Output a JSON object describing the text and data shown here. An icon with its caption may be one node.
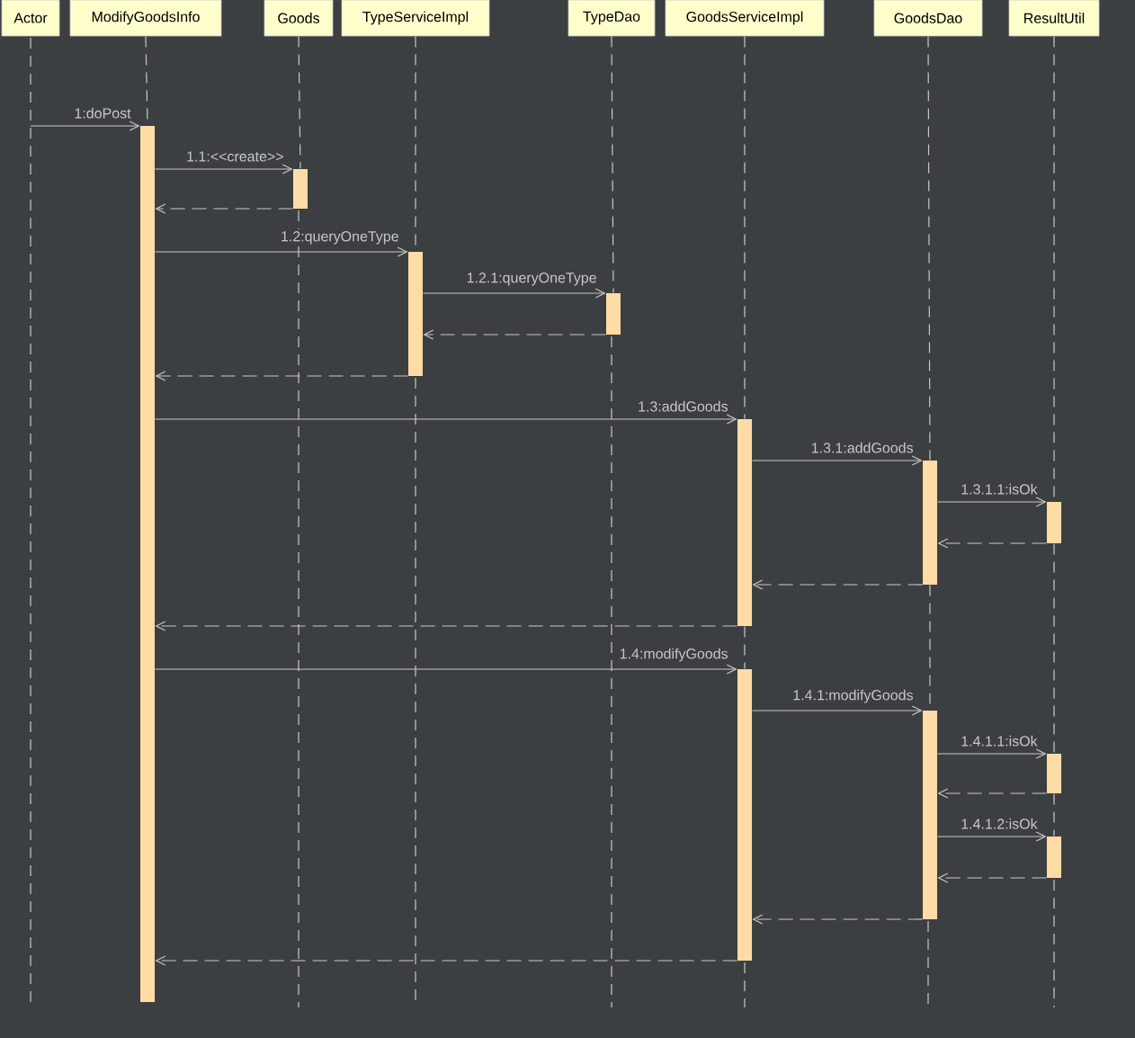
{
  "diagram": {
    "nodes": [
      {
        "text": [
          "Actor"
        ]
      },
      {
        "text": [
          "ModifyGoodsInfo"
        ]
      },
      {
        "text": [
          "Goods"
        ]
      },
      {
        "text": [
          "TypeServiceImpl"
        ]
      },
      {
        "text": [
          "TypeDao"
        ]
      },
      {
        "text": [
          "GoodsServiceImpl"
        ]
      },
      {
        "text": [
          "GoodsDao"
        ]
      },
      {
        "text": [
          "ResultUtil"
        ]
      },
      {
        "text": [],
        "shape": "bar"
      },
      {
        "text": [],
        "shape": "bar"
      },
      {
        "text": [],
        "shape": "bar"
      },
      {
        "text": [],
        "shape": "bar"
      },
      {
        "text": [],
        "shape": "bar"
      },
      {
        "text": [],
        "shape": "bar"
      },
      {
        "text": [],
        "shape": "bar"
      },
      {
        "text": [],
        "shape": "bar"
      },
      {
        "text": [],
        "shape": "bar"
      },
      {
        "text": [],
        "shape": "bar"
      },
      {
        "text": [],
        "shape": "bar"
      }
    ],
    "edges": [
      {
        "from": 0,
        "to": 8,
        "arrow": "to",
        "label": "1:doPost"
      },
      {
        "from": 8,
        "to": 9,
        "arrow": "to",
        "label": "1.1:<<create>>"
      },
      {
        "from": 9,
        "to": 8,
        "arrow": "to",
        "style": "dashed"
      },
      {
        "from": 8,
        "to": 10,
        "arrow": "to",
        "label": "1.2:queryOneType"
      },
      {
        "from": 10,
        "to": 11,
        "arrow": "to",
        "label": "1.2.1:queryOneType"
      },
      {
        "from": 11,
        "to": 10,
        "arrow": "to",
        "style": "dashed"
      },
      {
        "from": 10,
        "to": 8,
        "arrow": "to",
        "style": "dashed"
      },
      {
        "from": 8,
        "to": 12,
        "arrow": "to",
        "label": "1.3:addGoods"
      },
      {
        "from": 12,
        "to": 13,
        "arrow": "to",
        "label": "1.3.1:addGoods"
      },
      {
        "from": 13,
        "to": 14,
        "arrow": "to",
        "label": "1.3.1.1:isOk"
      },
      {
        "from": 14,
        "to": 13,
        "arrow": "to",
        "style": "dashed"
      },
      {
        "from": 13,
        "to": 12,
        "arrow": "to",
        "style": "dashed"
      },
      {
        "from": 12,
        "to": 8,
        "arrow": "to",
        "style": "dashed"
      },
      {
        "from": 8,
        "to": 15,
        "arrow": "to",
        "label": "1.4:modifyGoods"
      },
      {
        "from": 15,
        "to": 16,
        "arrow": "to",
        "label": "1.4.1:modifyGoods"
      },
      {
        "from": 16,
        "to": 17,
        "arrow": "to",
        "label": "1.4.1.1:isOk"
      },
      {
        "from": 17,
        "to": 16,
        "arrow": "to",
        "style": "dashed"
      },
      {
        "from": 16,
        "to": 18,
        "arrow": "to",
        "label": "1.4.1.2:isOk"
      },
      {
        "from": 18,
        "to": 16,
        "arrow": "to",
        "style": "dashed"
      },
      {
        "from": 16,
        "to": 15,
        "arrow": "to",
        "style": "dashed"
      },
      {
        "from": 15,
        "to": 8,
        "arrow": "to",
        "style": "dashed"
      },
      {
        "from": 1,
        "to": 8,
        "arrow": "none",
        "style": "dashed"
      },
      {
        "from": 2,
        "to": 9,
        "arrow": "none",
        "style": "dashed"
      },
      {
        "from": 3,
        "to": 10,
        "arrow": "none",
        "style": "dashed"
      },
      {
        "from": 4,
        "to": 11,
        "arrow": "none",
        "style": "dashed"
      },
      {
        "from": 5,
        "to": 12,
        "arrow": "none",
        "style": "dashed"
      },
      {
        "from": 6,
        "to": 13,
        "arrow": "none",
        "style": "dashed"
      },
      {
        "from": 7,
        "to": 14,
        "arrow": "none",
        "style": "dashed"
      },
      {
        "from": 12,
        "to": 15,
        "arrow": "none",
        "style": "dashed"
      },
      {
        "from": 13,
        "to": 16,
        "arrow": "none",
        "style": "dashed"
      },
      {
        "from": 14,
        "to": 17,
        "arrow": "none",
        "style": "dashed"
      },
      {
        "from": 17,
        "to": 18,
        "arrow": "none",
        "style": "dashed"
      }
    ]
  }
}
